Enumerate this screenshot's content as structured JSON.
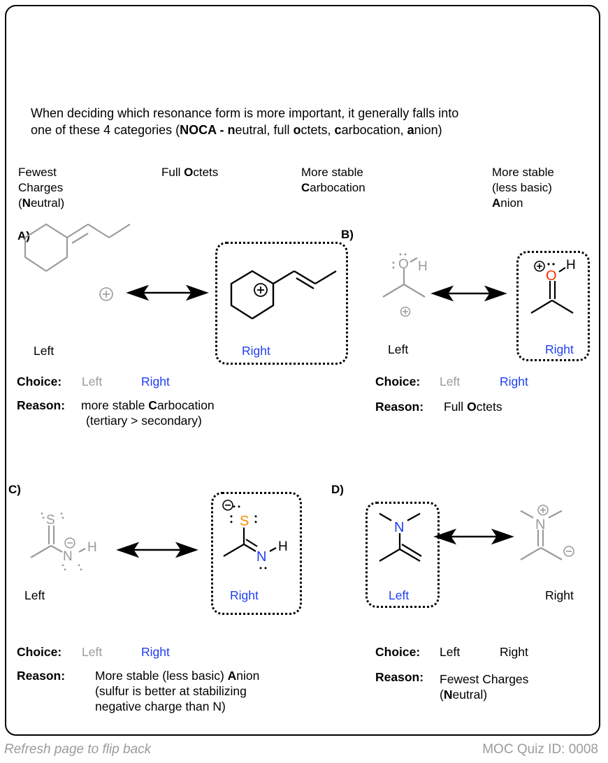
{
  "intro": {
    "line1": "When deciding which resonance form is more important, it generally falls into",
    "line2_pre": "one of these 4 categories (",
    "acronym": "NOCA",
    "sep": " - ",
    "n_bold": "n",
    "n_rest": "eutral, full ",
    "o_bold": "o",
    "o_rest": "ctets, ",
    "c_bold": "c",
    "c_rest": "arbocation, ",
    "a_bold": "a",
    "a_rest": "nion)"
  },
  "categories": [
    {
      "lines": [
        "Fewest",
        "Charges"
      ],
      "paren_pre": "(",
      "bold": "N",
      "rest": "eutral)"
    },
    {
      "pre": "Full ",
      "bold": "O",
      "rest": "ctets"
    },
    {
      "line1": "More stable",
      "bold": "C",
      "rest": "arbocation"
    },
    {
      "line1": "More stable",
      "line2": "(less basic)",
      "bold": "A",
      "rest": "nion"
    }
  ],
  "panels": {
    "A": {
      "label": "A)",
      "left_label": "Left",
      "right_label": "Right",
      "choice_label": "Choice:",
      "choice_left": "Left",
      "choice_right": "Right",
      "selected": "Right",
      "reason_label": "Reason:",
      "reason_pre": "more stable ",
      "reason_bold": "C",
      "reason_rest": "arbocation",
      "reason_line2": "(tertiary > secondary)"
    },
    "B": {
      "label": "B)",
      "left_label": "Left",
      "right_label": "Right",
      "choice_label": "Choice:",
      "choice_left": "Left",
      "choice_right": "Right",
      "selected": "Right",
      "reason_label": "Reason:",
      "reason_pre": "Full ",
      "reason_bold": "O",
      "reason_rest": "ctets",
      "atoms": {
        "O": "O",
        "H": "H"
      }
    },
    "C": {
      "label": "C)",
      "left_label": "Left",
      "right_label": "Right",
      "choice_label": "Choice:",
      "choice_left": "Left",
      "choice_right": "Right",
      "selected": "Right",
      "reason_label": "Reason:",
      "reason_pre": "More stable (less basic) ",
      "reason_bold": "A",
      "reason_rest": "nion",
      "reason_line2": "(sulfur is better at stabilizing",
      "reason_line3": "negative charge than N)",
      "atoms": {
        "S": "S",
        "N": "N",
        "H": "H"
      }
    },
    "D": {
      "label": "D)",
      "left_label": "Left",
      "right_label": "Right",
      "choice_label": "Choice:",
      "choice_left": "Left",
      "choice_right": "Right",
      "selected": "Left",
      "reason_label": "Reason:",
      "reason_line1": "Fewest Charges",
      "reason_paren": "(",
      "reason_bold": "N",
      "reason_rest": "eutral)",
      "atoms": {
        "N": "N"
      }
    }
  },
  "colors": {
    "selected": "#1f3ff0",
    "unselected": "#9b9b9b",
    "oxygen": "#ff2a00",
    "sulfur": "#f28c00",
    "nitrogen": "#1f3ff0"
  },
  "footer": {
    "left": "Refresh page to flip back",
    "right": "MOC Quiz ID: 0008"
  }
}
